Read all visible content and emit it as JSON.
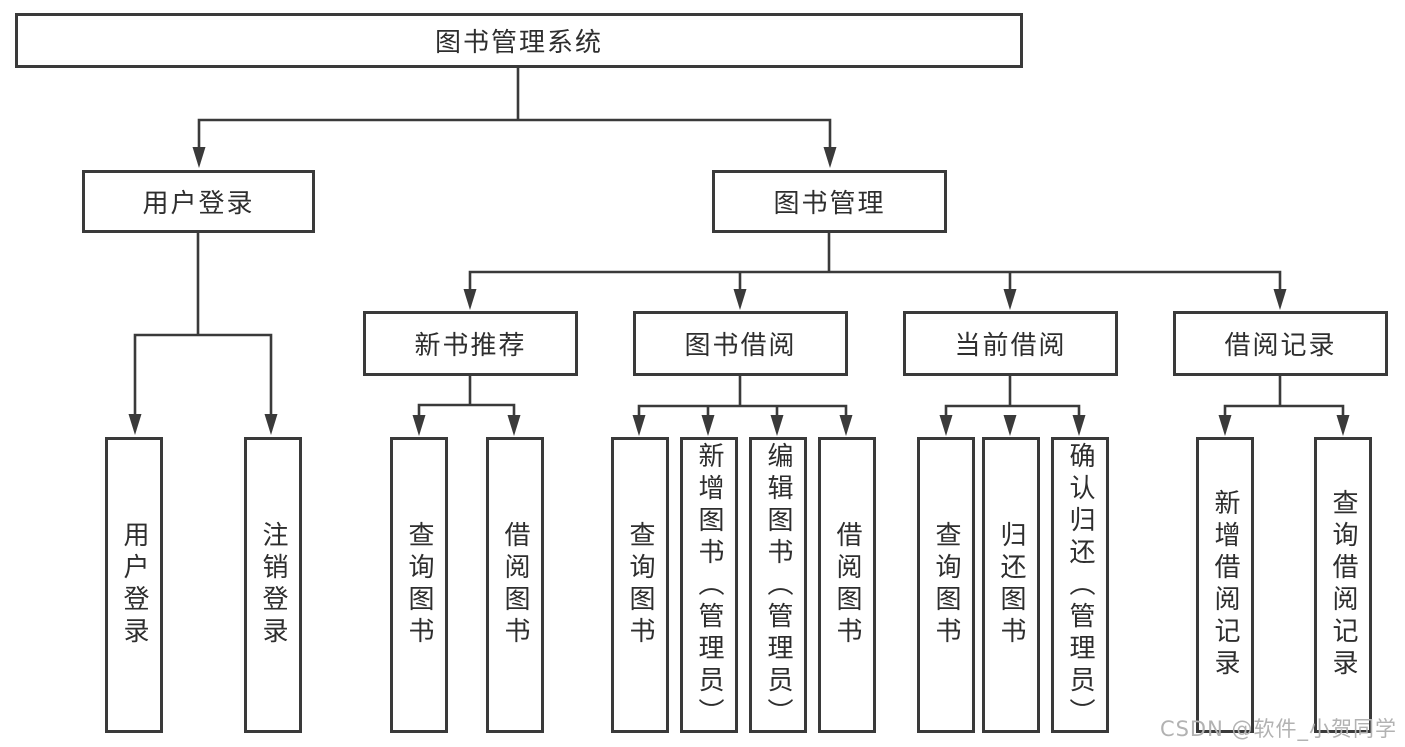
{
  "diagram": {
    "type": "hierarchy-tree",
    "tree": {
      "label": "图书管理系统",
      "children": [
        {
          "label": "用户登录",
          "children": [
            {
              "label": "用户登录"
            },
            {
              "label": "注销登录"
            }
          ]
        },
        {
          "label": "图书管理",
          "children": [
            {
              "label": "新书推荐",
              "children": [
                {
                  "label": "查询图书"
                },
                {
                  "label": "借阅图书"
                }
              ]
            },
            {
              "label": "图书借阅",
              "children": [
                {
                  "label": "查询图书"
                },
                {
                  "label": "新增图书（管理员）"
                },
                {
                  "label": "编辑图书（管理员）"
                },
                {
                  "label": "借阅图书"
                }
              ]
            },
            {
              "label": "当前借阅",
              "children": [
                {
                  "label": "查询图书"
                },
                {
                  "label": "归还图书"
                },
                {
                  "label": "确认归还（管理员）"
                }
              ]
            },
            {
              "label": "借阅记录",
              "children": [
                {
                  "label": "新增借阅记录"
                },
                {
                  "label": "查询借阅记录"
                }
              ]
            }
          ]
        }
      ]
    },
    "colors": {
      "line": "#3a3a3a",
      "text": "#2e2e2e",
      "box_background": "#ffffff",
      "watermark": "#b2b2b2"
    }
  },
  "watermark": "CSDN @软件_小贺同学"
}
